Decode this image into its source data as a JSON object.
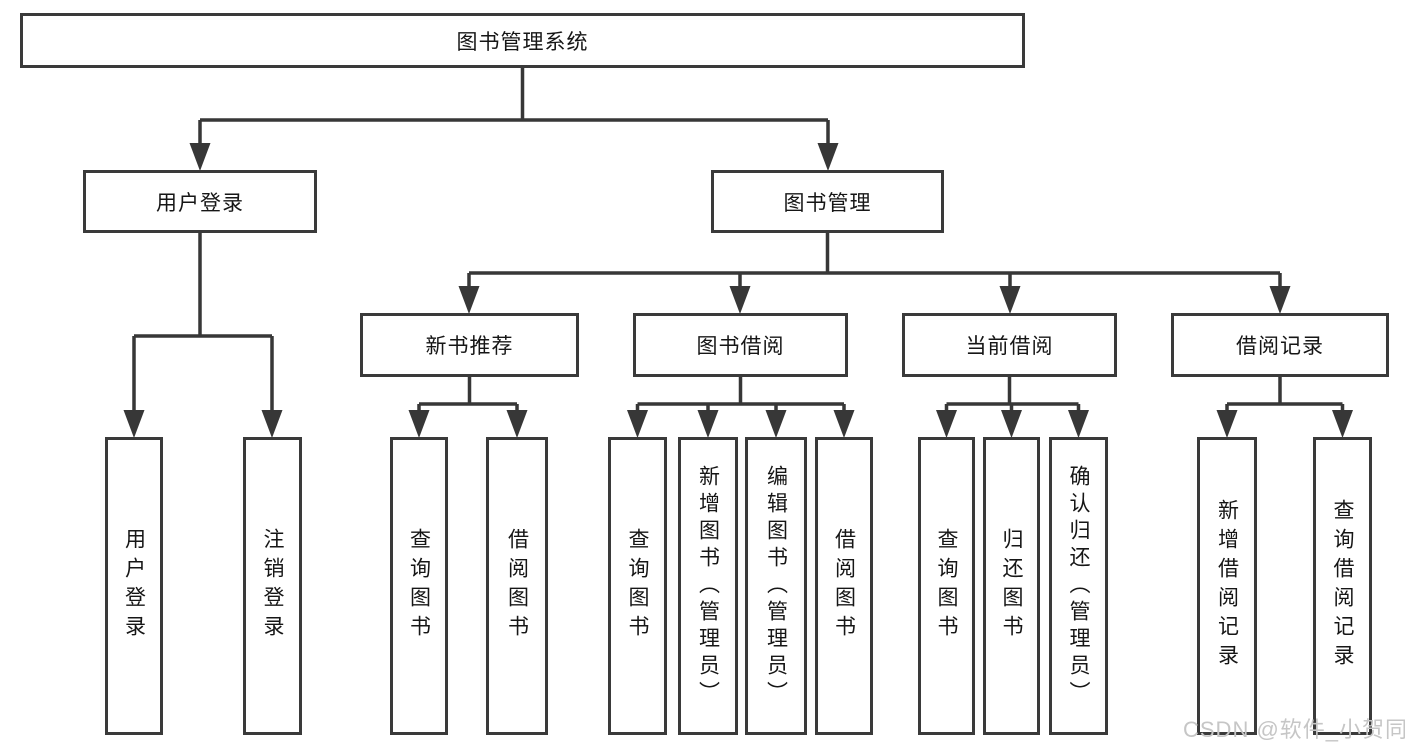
{
  "diagram": {
    "title": "图书管理系统",
    "root": {
      "label": "图书管理系统"
    },
    "level2": [
      {
        "label": "用户登录"
      },
      {
        "label": "图书管理"
      }
    ],
    "level3": [
      {
        "label": "新书推荐",
        "parent": "图书管理"
      },
      {
        "label": "图书借阅",
        "parent": "图书管理"
      },
      {
        "label": "当前借阅",
        "parent": "图书管理"
      },
      {
        "label": "借阅记录",
        "parent": "图书管理"
      }
    ],
    "leaves": [
      {
        "label": "用户登录",
        "parent": "用户登录"
      },
      {
        "label": "注销登录",
        "parent": "用户登录"
      },
      {
        "label": "查询图书",
        "parent": "新书推荐"
      },
      {
        "label": "借阅图书",
        "parent": "新书推荐"
      },
      {
        "label": "查询图书",
        "parent": "图书借阅"
      },
      {
        "label": "新增图书（管理员）",
        "parent": "图书借阅"
      },
      {
        "label": "编辑图书（管理员）",
        "parent": "图书借阅"
      },
      {
        "label": "借阅图书",
        "parent": "图书借阅"
      },
      {
        "label": "查询图书",
        "parent": "当前借阅"
      },
      {
        "label": "归还图书",
        "parent": "当前借阅"
      },
      {
        "label": "确认归还（管理员）",
        "parent": "当前借阅"
      },
      {
        "label": "新增借阅记录",
        "parent": "借阅记录"
      },
      {
        "label": "查询借阅记录",
        "parent": "借阅记录"
      }
    ]
  },
  "watermark": "CSDN @软件_小贺同学",
  "colors": {
    "line": "#373737",
    "box_border": "#3a3a3a",
    "text": "#161616",
    "watermark": "#c6c6c6",
    "background": "#ffffff"
  }
}
